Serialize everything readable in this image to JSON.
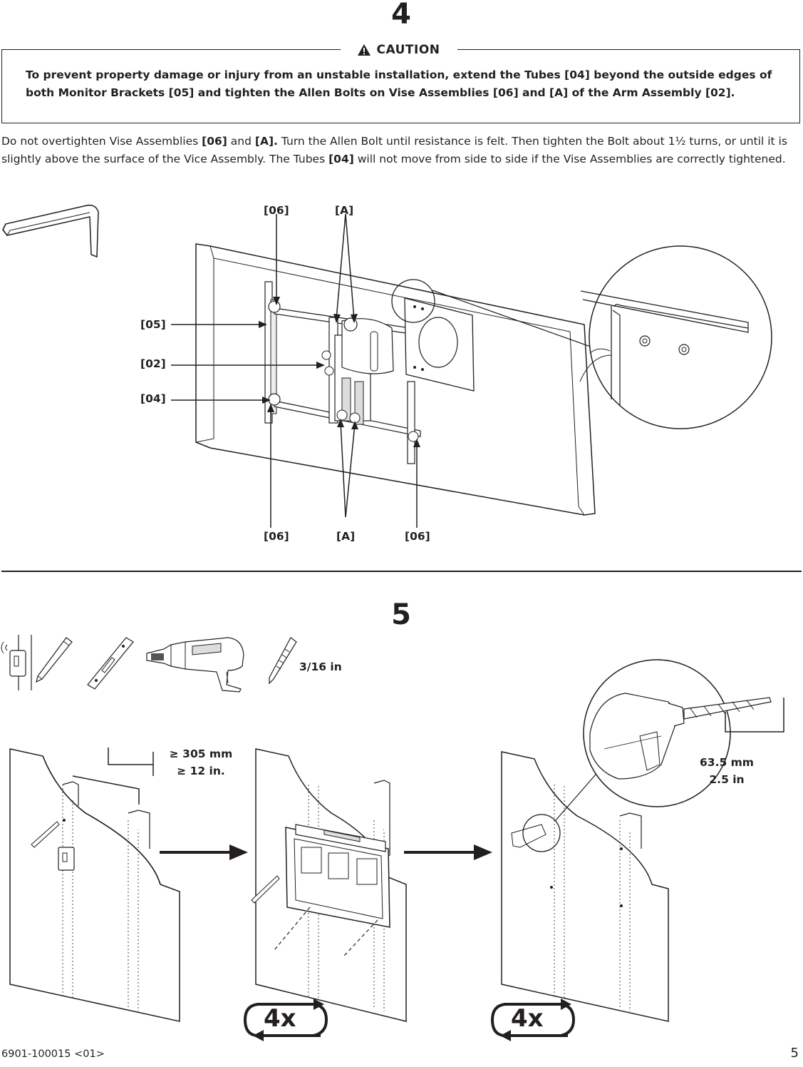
{
  "step4": {
    "number": "4",
    "caution_label": "CAUTION",
    "caution_text": "To prevent property damage or injury from an unstable installation, extend the Tubes [04] beyond the outside edges of both Monitor Brackets [05] and tighten the Allen Bolts on Vise Assemblies [06] and [A] of the  Arm Assembly [02].",
    "instruction": {
      "p1": "Do not overtighten Vise Assemblies ",
      "b1": "[06]",
      "p2": " and ",
      "b2": "[A].",
      "p3": " Turn the Allen Bolt until resistance is felt. Then tighten the Bolt about 1½ turns, or until it is slightly above the surface of the Vice Assembly. The Tubes ",
      "b3": "[04]",
      "p4": " will not move from side to side if the Vise Assemblies are correctly tightened."
    },
    "callouts": {
      "top_06": "[06]",
      "top_A": "[A]",
      "c05": "[05]",
      "c02": "[02]",
      "c04": "[04]",
      "bottom_06_left": "[06]",
      "bottom_A": "[A]",
      "bottom_06_right": "[06]"
    }
  },
  "step5": {
    "number": "5",
    "drill_bit_size": "3/16 in",
    "spacing_mm": "≥ 305 mm",
    "spacing_in": "≥ 12 in.",
    "depth_mm": "63.5 mm",
    "depth_in": "2.5 in",
    "repeat_1": "4x",
    "repeat_2": "4x"
  },
  "footer": {
    "doc_id": "6901-100015 <01>",
    "page_number": "5"
  }
}
